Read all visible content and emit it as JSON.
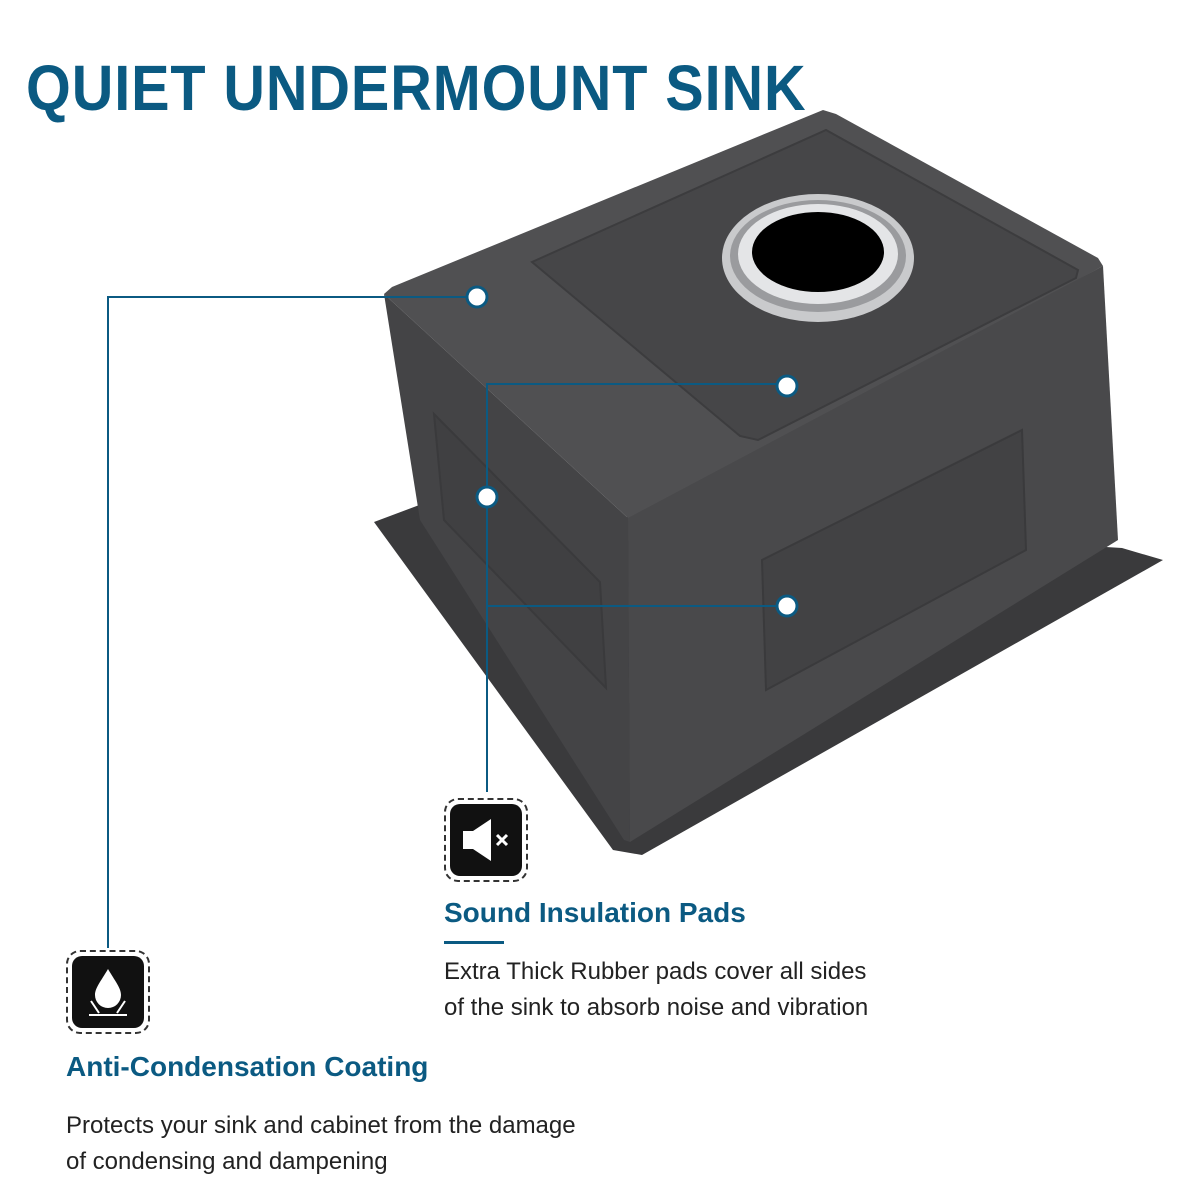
{
  "title": "QUIET UNDERMOUNT SINK",
  "colors": {
    "accent": "#0b5a82",
    "sink_body": "#4b4b4d",
    "sink_flange": "#3a3a3c",
    "pad": "#444446",
    "dot_fill": "#ffffff"
  },
  "features": [
    {
      "icon": "muted-speaker-icon",
      "title": "Sound Insulation Pads",
      "description_line1": "Extra Thick Rubber pads cover all sides",
      "description_line2": "of the sink to absorb noise and vibration"
    },
    {
      "icon": "water-drop-icon",
      "title": "Anti-Condensation Coating",
      "description_line1": "Protects your sink and cabinet from the damage",
      "description_line2": "of condensing and dampening"
    }
  ]
}
